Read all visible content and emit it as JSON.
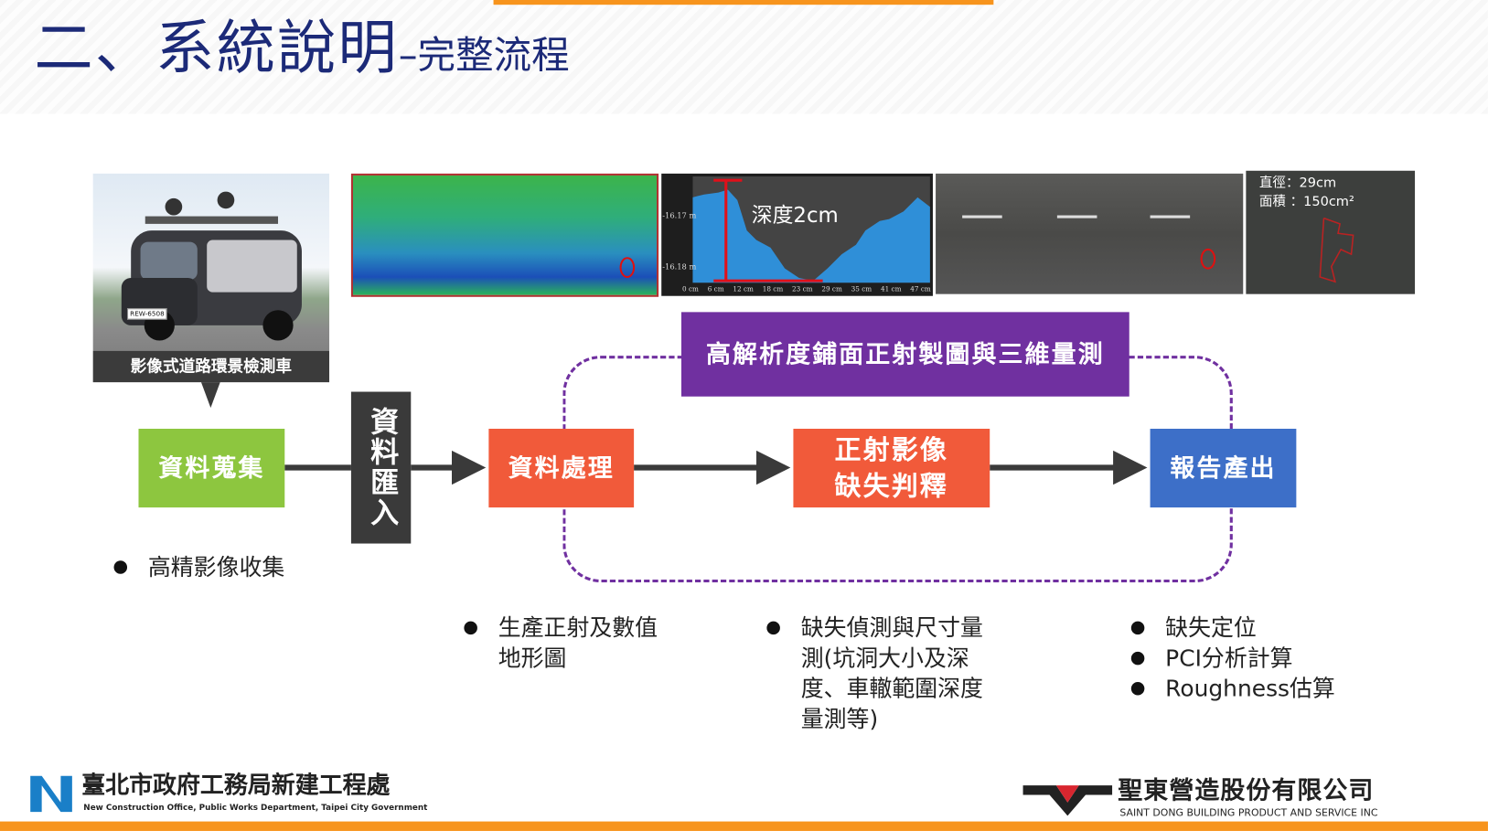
{
  "title": {
    "main": "二、系統說明",
    "sub": "–完整流程"
  },
  "vehicle": {
    "caption": "影像式道路環景檢測車",
    "plate": "REW-6508"
  },
  "profile_chart": {
    "label": "深度2cm",
    "y_ticks": [
      "-16.17 m",
      "-16.18 m"
    ],
    "x_ticks": [
      "0 cm",
      "6 cm",
      "12 cm",
      "18 cm",
      "23 cm",
      "29 cm",
      "35 cm",
      "41 cm",
      "47 cm"
    ]
  },
  "measure_image": {
    "diameter": "直徑：29cm",
    "area": "面積 ：150cm²"
  },
  "section_title": "高解析度鋪面正射製圖與三維量測",
  "flow": {
    "collect": "資料蒐集",
    "import": "資料匯入",
    "process": "資料處理",
    "interpret_line1": "正射影像",
    "interpret_line2": "缺失判釋",
    "report": "報告產出"
  },
  "bullets": {
    "collect": [
      "高精影像收集"
    ],
    "process": [
      "生產正射及數值地形圖"
    ],
    "interpret": [
      "缺失偵測與尺寸量測(坑洞大小及深度、車轍範圍深度量測等)"
    ],
    "report": [
      "缺失定位",
      "PCI分析計算",
      "Roughness估算"
    ]
  },
  "footer": {
    "left_org": "臺北市政府工務局新建工程處",
    "left_org_en": "New Construction Office, Public Works Department, Taipei City Government",
    "right_org": "聖東營造股份有限公司",
    "right_org_en": "SAINT DONG BUILDING PRODUCT AND SERVICE INC"
  },
  "colors": {
    "navy": "#1c2a78",
    "orange": "#f7941d",
    "green": "#8dc63f",
    "red_orange": "#f15a3a",
    "blue": "#3d6fc8",
    "purple": "#7030a0"
  }
}
